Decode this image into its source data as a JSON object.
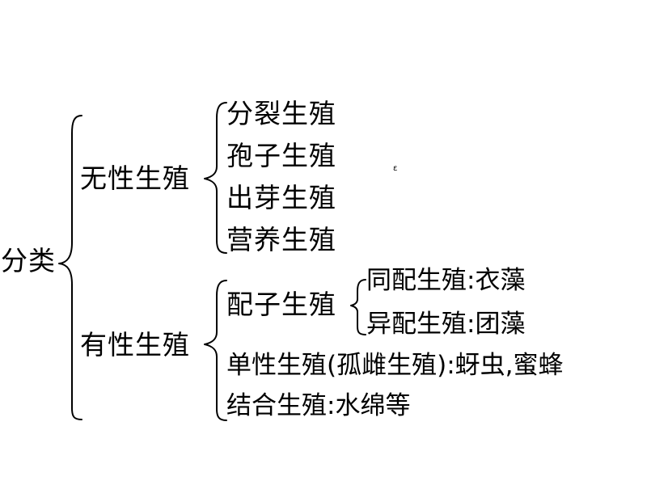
{
  "root": "分类",
  "asexual": {
    "label": "无性生殖",
    "items": [
      "分裂生殖",
      "孢子生殖",
      "出芽生殖",
      "营养生殖"
    ]
  },
  "sexual": {
    "label": "有性生殖",
    "gamete": {
      "label": "配子生殖",
      "items": [
        "同配生殖:衣藻",
        "异配生殖:团藻"
      ]
    },
    "items": [
      "单性生殖(孤雌生殖):蚜虫,蜜蜂",
      "结合生殖:水绵等"
    ]
  },
  "stray_mark": "ɛ"
}
